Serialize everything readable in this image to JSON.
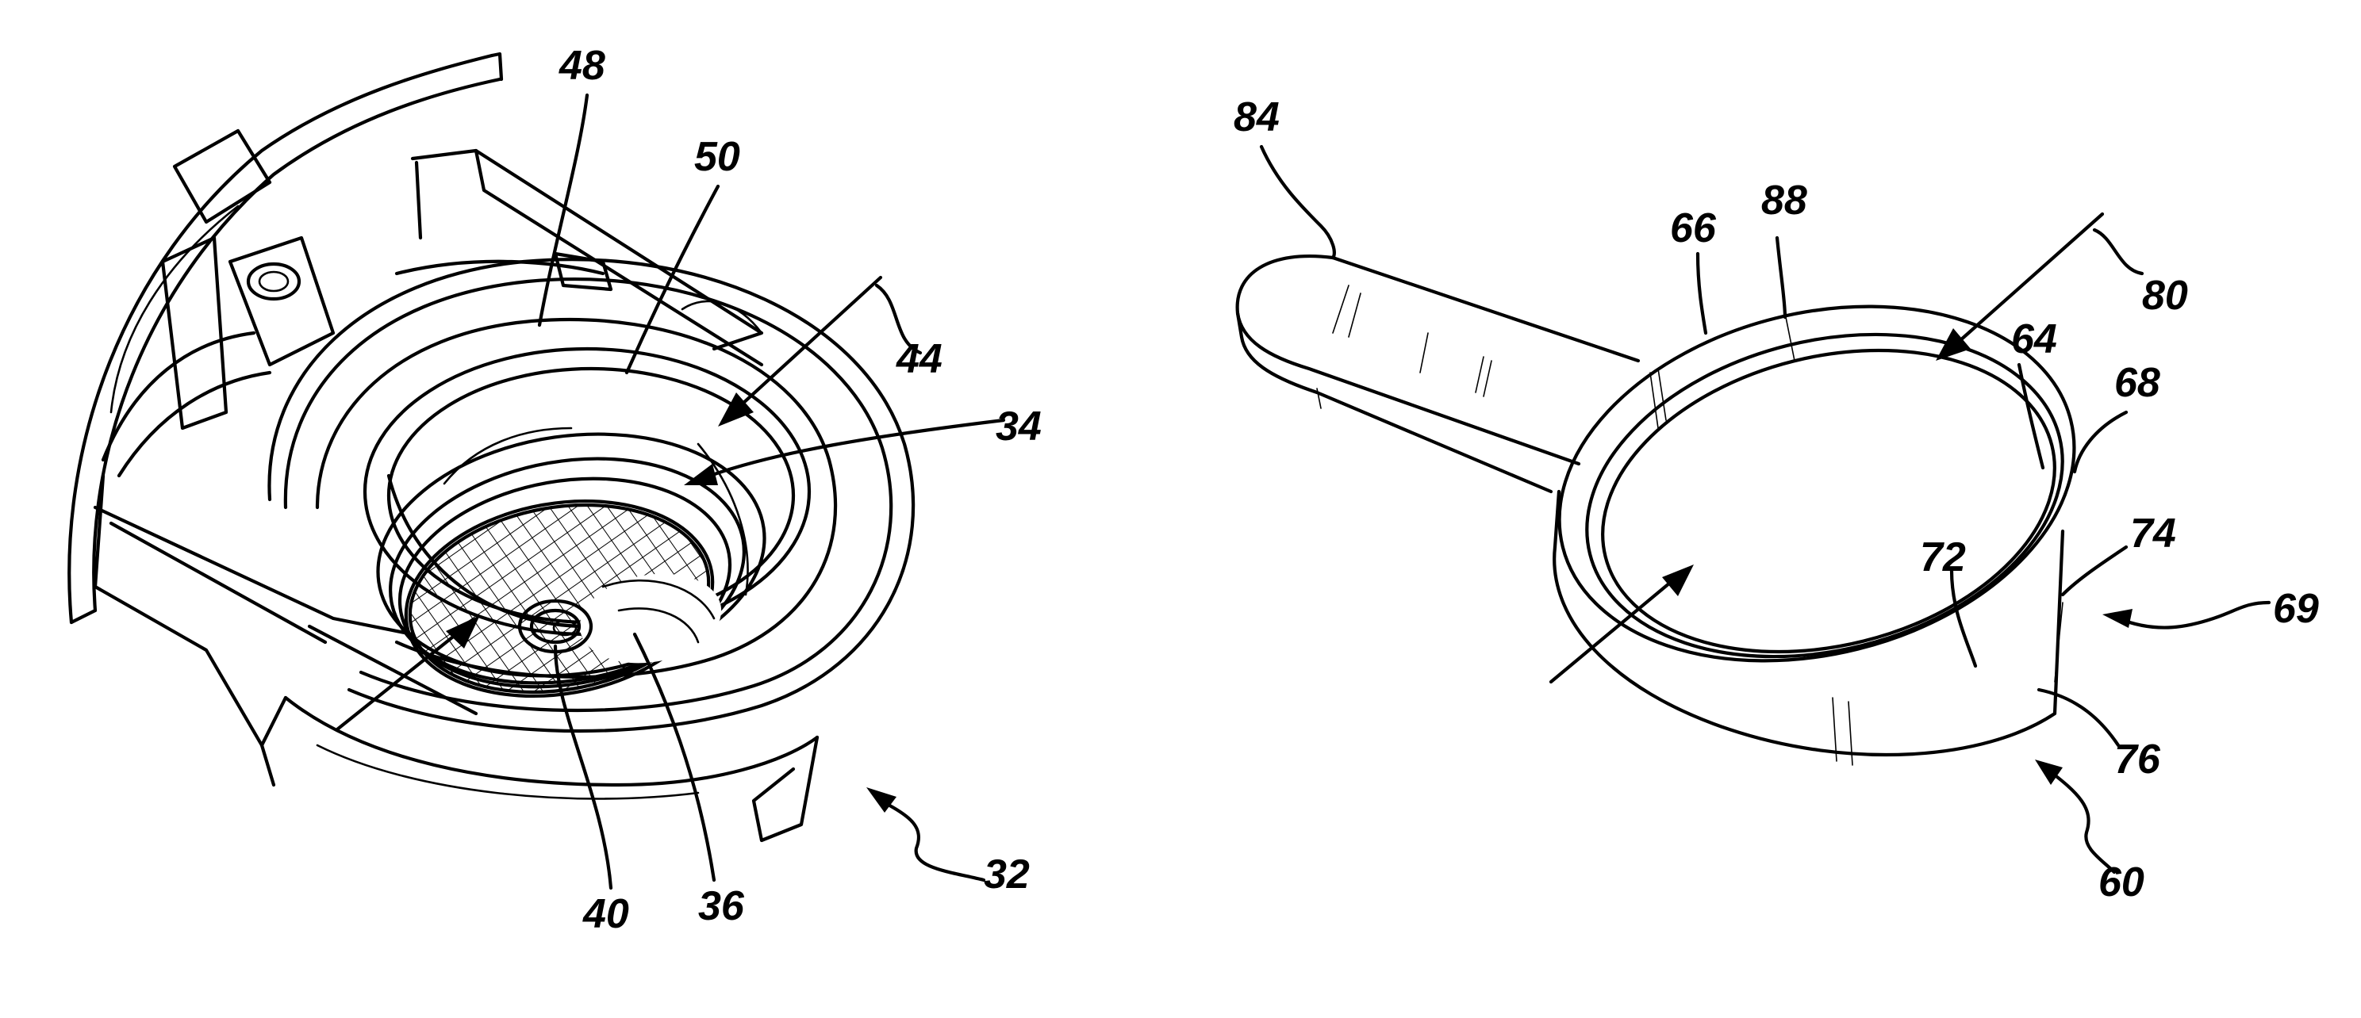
{
  "figure_left": {
    "labels": {
      "l48": "48",
      "l50": "50",
      "l44": "44",
      "l34": "34",
      "l32": "32",
      "l40": "40",
      "l36": "36"
    },
    "parts": [
      "brew-basket",
      "filter-mesh",
      "outlet-hole",
      "side-shroud"
    ]
  },
  "figure_right": {
    "labels": {
      "l84": "84",
      "l66": "66",
      "l88": "88",
      "l80": "80",
      "l64": "64",
      "l68": "68",
      "l74": "74",
      "l72": "72",
      "l69": "69",
      "l76": "76",
      "l60": "60"
    },
    "parts": [
      "ring-body",
      "handle"
    ]
  }
}
